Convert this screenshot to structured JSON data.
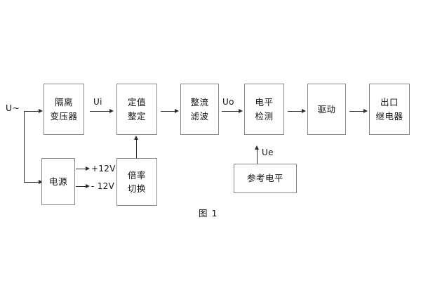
{
  "figure": {
    "caption": "图 1",
    "caption_meaning": "Figure 1"
  },
  "colors": {
    "background": "#ffffff",
    "block_border": "#8a8a8a",
    "line": "#2b2b2b",
    "text": "#141414"
  },
  "blocks": {
    "isolation_transformer": {
      "line1": "隔离",
      "line2": "变压器"
    },
    "setting_adjust": {
      "line1": "定值",
      "line2": "整定"
    },
    "rectify_filter": {
      "line1": "整流",
      "line2": "滤波"
    },
    "level_detect": {
      "line1": "电平",
      "line2": "检测"
    },
    "driver": {
      "line1": "驱动",
      "line2": ""
    },
    "output_relay": {
      "line1": "出口",
      "line2": "继电器"
    },
    "power_supply": {
      "line1": "电源",
      "line2": ""
    },
    "ratio_switch": {
      "line1": "倍率",
      "line2": "切换"
    },
    "reference_level": {
      "line1": "参考电平",
      "line2": ""
    }
  },
  "signals": {
    "input_source": "U~",
    "ui": "Ui",
    "uo": "Uo",
    "ue": "Ue",
    "rail_pos": "+12V",
    "rail_neg": "- 12V"
  }
}
